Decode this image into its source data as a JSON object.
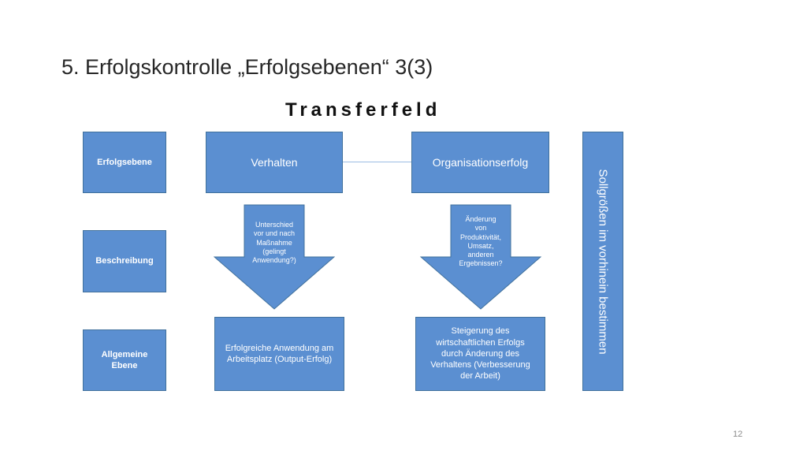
{
  "slide": {
    "title": "5. Erfolgskontrolle „Erfolgsebenen“ 3(3)",
    "subtitle": "Transferfeld",
    "page_number": "12"
  },
  "row_labels": {
    "erfolgsebene": "Erfolgsebene",
    "beschreibung": "Beschreibung",
    "allgemeine_ebene": "Allgemeine Ebene"
  },
  "columns": {
    "verhalten": {
      "header": "Verhalten",
      "arrow_text": "Unterschied\nvor und nach\nMaßnahme\n(gelingt\nAnwendung?)",
      "result": "Erfolgreiche Anwendung am Arbeitsplatz (Output-Erfolg)"
    },
    "organisationserfolg": {
      "header": "Organisationserfolg",
      "arrow_text": "Änderung\nvon\nProduktivität,\nUmsatz,\nanderen\nErgebnissen?",
      "result": "Steigerung des wirtschaftlichen Erfolgs durch Änderung des Verhaltens (Verbesserung der Arbeit)"
    }
  },
  "side_label": "Sollgrößen im vorhinein bestimmen",
  "colors": {
    "box_fill": "#5b8fd1",
    "box_border": "#41719c",
    "connector": "#9bbce3"
  }
}
